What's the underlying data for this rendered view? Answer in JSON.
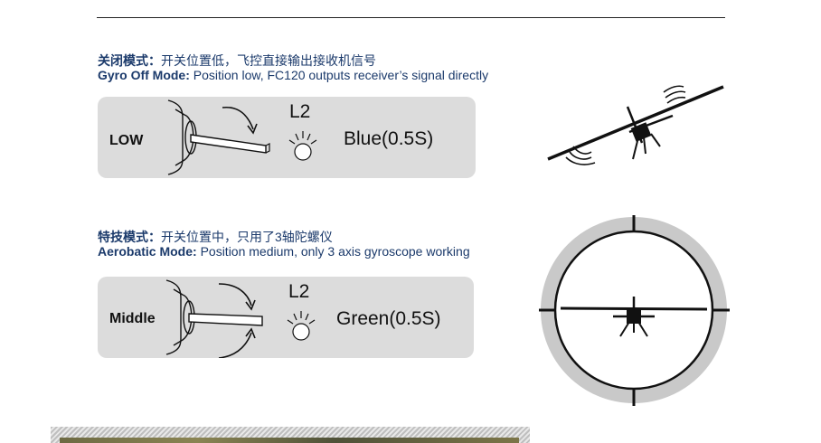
{
  "sections": [
    {
      "cn_title": "关闭模式：",
      "cn_desc": "开关位置低，飞控直接输出接收机信号",
      "en_title": "Gyro Off Mode:",
      "en_desc": " Position low, FC120 outputs receiver’s signal directly",
      "switch_position": "LOW",
      "led_label": "L2",
      "status": "Blue(0.5S)"
    },
    {
      "cn_title": "特技模式：",
      "cn_desc": "开关位置中，只用了3轴陀螺仪",
      "en_title": "Aerobatic Mode:",
      "en_desc": " Position medium, only 3 axis gyroscope working",
      "switch_position": "Middle",
      "led_label": "L2",
      "status": "Green(0.5S)"
    }
  ],
  "colors": {
    "heading": "#1b3a6b",
    "panel_bg": "#dcdcdc",
    "ring": "#c9c9c9"
  }
}
